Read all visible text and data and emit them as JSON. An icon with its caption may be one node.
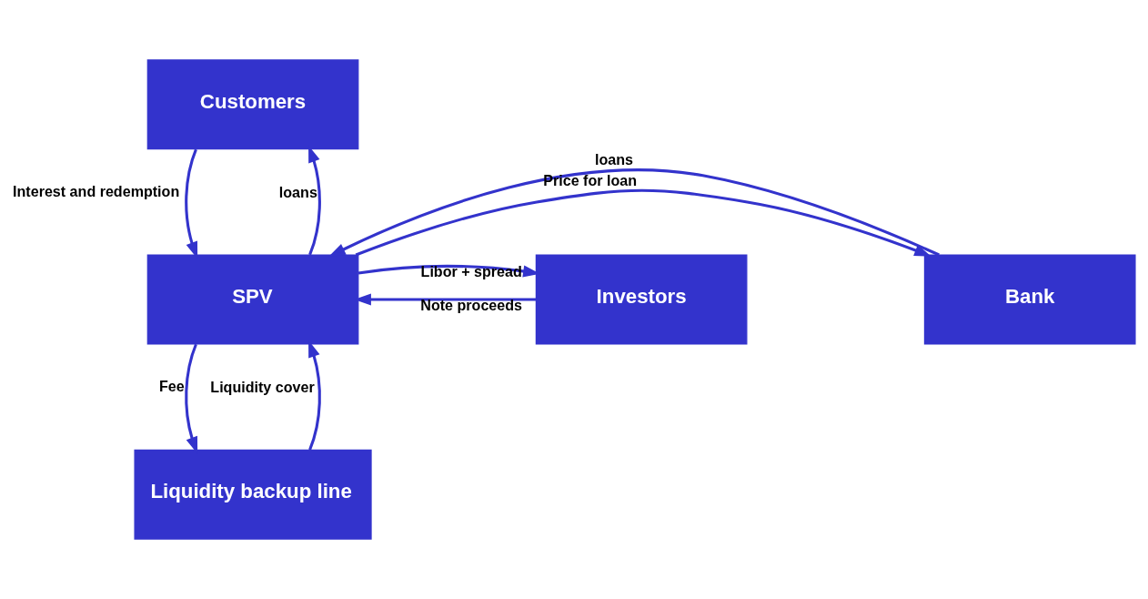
{
  "diagram": {
    "nodes": [
      {
        "text": [
          "Customers"
        ]
      },
      {
        "text": [
          "Bank"
        ]
      },
      {
        "text": [
          "SPV"
        ]
      },
      {
        "text": [
          "Investors"
        ]
      },
      {
        "text": [
          "Liquidity backup line"
        ]
      }
    ],
    "edges": [
      {
        "from": 2,
        "to": 0,
        "arrow": "to",
        "label": "loans"
      },
      {
        "from": 0,
        "to": 2,
        "arrow": "to",
        "label": "Interest and redemption"
      },
      {
        "from": 2,
        "to": 1,
        "arrow": "to",
        "label": "Price for loan"
      },
      {
        "from": 1,
        "to": 2,
        "arrow": "to",
        "label": "loans"
      },
      {
        "from": 3,
        "to": 2,
        "arrow": "to",
        "label": "Note proceeds"
      },
      {
        "from": 2,
        "to": 3,
        "arrow": "to",
        "label": "Libor + spread"
      },
      {
        "from": 4,
        "to": 2,
        "arrow": "to",
        "label": "Liquidity cover"
      },
      {
        "from": 2,
        "to": 4,
        "arrow": "to",
        "label": "Fee"
      }
    ]
  }
}
